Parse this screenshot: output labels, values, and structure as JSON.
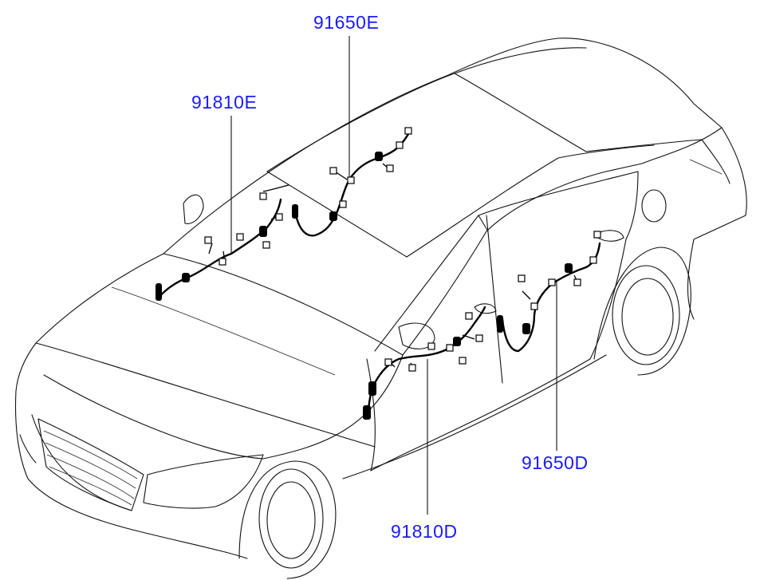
{
  "labels": {
    "roof_harness": "91650E",
    "front_roof_harness": "91810E",
    "front_door_harness": "91810D",
    "rear_door_harness": "91650D"
  },
  "colors": {
    "label": "#1a1aff",
    "line": "#111111",
    "background": "#ffffff"
  }
}
